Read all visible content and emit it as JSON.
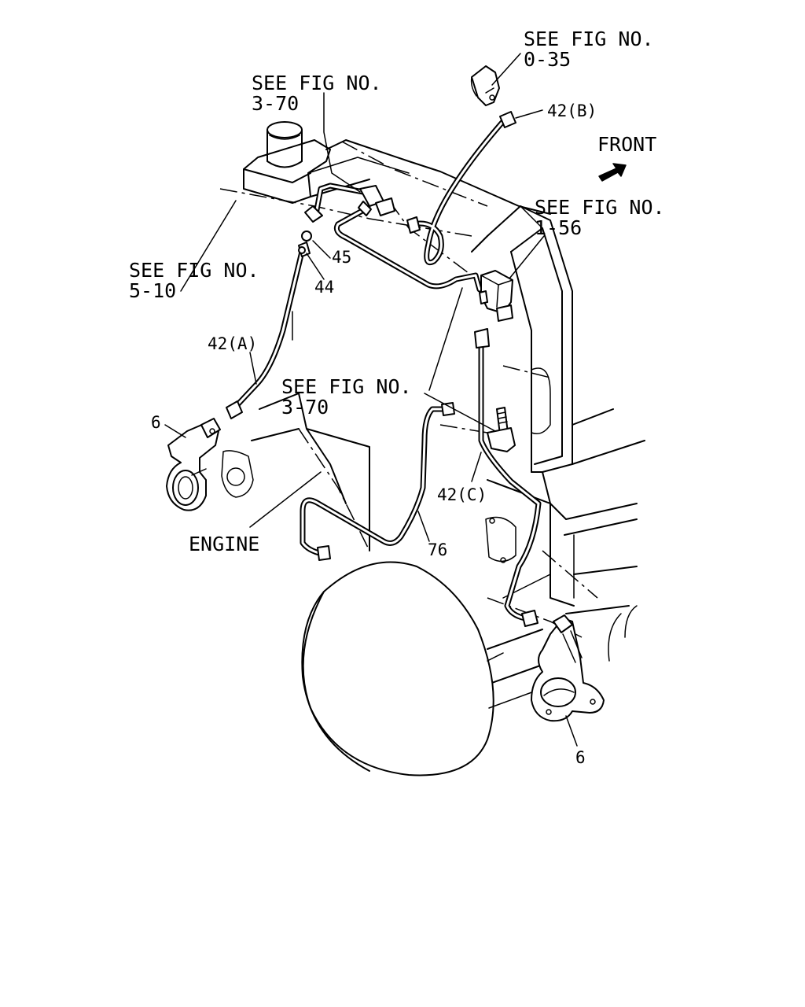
{
  "labels": {
    "see_fig_035": [
      "SEE FIG NO.",
      "0-35"
    ],
    "see_fig_370_top": [
      "SEE FIG NO.",
      "3-70"
    ],
    "see_fig_510": [
      "SEE FIG NO.",
      "5-10"
    ],
    "see_fig_156": [
      "SEE FIG NO.",
      "1-56"
    ],
    "see_fig_370_mid": [
      "SEE FIG NO.",
      "3-70"
    ],
    "front": "FRONT",
    "engine": "ENGINE"
  },
  "callouts": {
    "p42b": "42(B)",
    "p45": "45",
    "p44": "44",
    "p42a": "42(A)",
    "p6_left": "6",
    "p42c": "42(C)",
    "p76": "76",
    "p6_right": "6"
  },
  "icons": {
    "front_arrow": "front-arrow-icon"
  }
}
